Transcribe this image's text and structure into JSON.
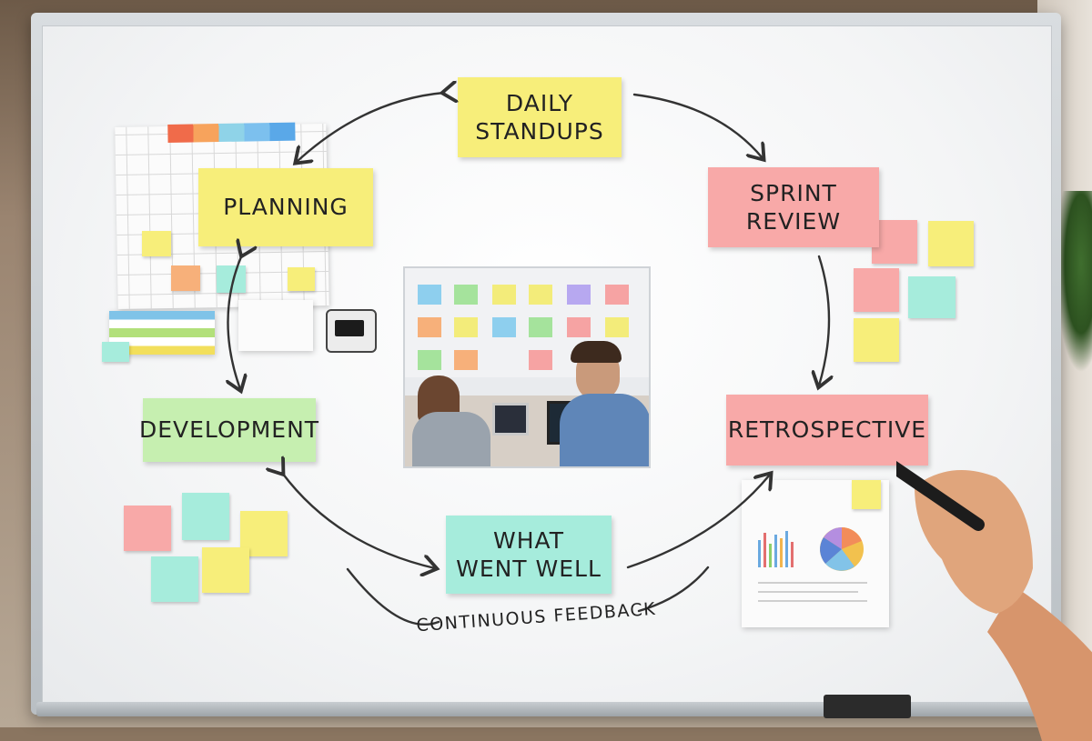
{
  "board": {
    "main_notes": {
      "daily_standups": "DAILY\nSTANDUPS",
      "planning": "PLANNING",
      "sprint_review": "SPRINT\nREVIEW",
      "development": "DEVELOPMENT",
      "retrospective": "RETROSPECTIVE",
      "what_went_well": "WHAT\nWENT WELL"
    },
    "caption": "CONTINUOUS FEEDBACK"
  },
  "colors": {
    "yellow": "#f7ee7a",
    "pink": "#f8a9a8",
    "green": "#c6efb0",
    "teal": "#a6ecdc"
  },
  "icons": [
    "cycle-arrow",
    "sticky-note",
    "marker-pen",
    "timer-device",
    "pie-chart",
    "bar-chart"
  ]
}
